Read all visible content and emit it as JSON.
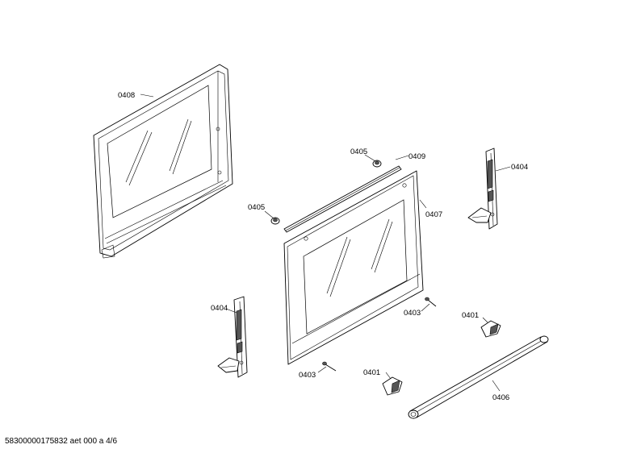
{
  "labels": {
    "p0408": "0408",
    "p0405a": "0405",
    "p0409": "0409",
    "p0404a": "0404",
    "p0405b": "0405",
    "p0407": "0407",
    "p0404b": "0404",
    "p0403a": "0403",
    "p0401a": "0401",
    "p0403b": "0403",
    "p0401b": "0401",
    "p0406": "0406"
  },
  "footer": {
    "doc_ref": "58300000175832 aet 000 a 4/6"
  }
}
